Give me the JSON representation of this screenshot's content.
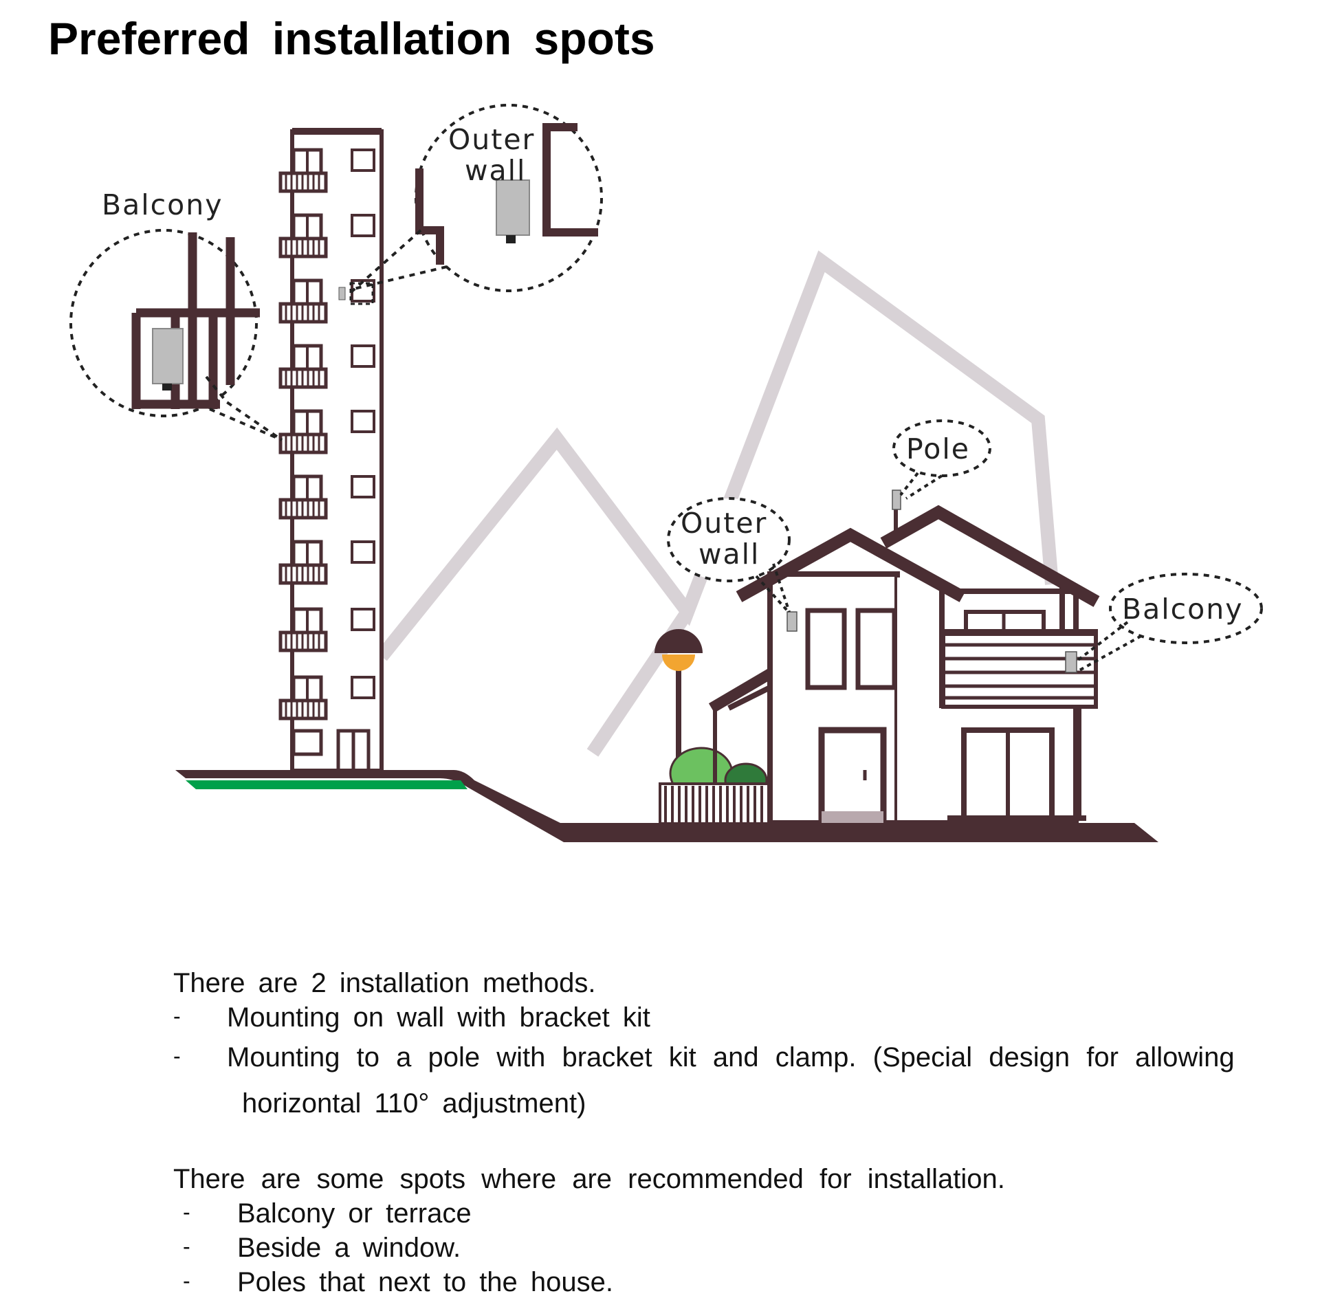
{
  "title": "Preferred installation spots",
  "diagram": {
    "labels": {
      "balcony_left": "Balcony",
      "outer_wall_top_line1": "Outer",
      "outer_wall_top_line2": "wall",
      "pole": "Pole",
      "outer_wall_house_line1": "Outer",
      "outer_wall_house_line2": "wall",
      "balcony_right": "Balcony"
    },
    "colors": {
      "building": "#4a2e33",
      "mountain": "#d8d2d6",
      "grass": "#00a04a",
      "bush": "#6cc160",
      "bush_dark": "#2f7a3a",
      "lamp": "#f2a531",
      "device": "#bdbdbd"
    }
  },
  "methods": {
    "intro": "There are 2 installation methods.",
    "items": [
      {
        "dash": "-",
        "text": "Mounting on wall with bracket kit"
      },
      {
        "dash": "-",
        "text": "Mounting to a pole with bracket kit and clamp. (Special design for allowing",
        "continuation": "horizontal 110° adjustment)"
      }
    ]
  },
  "spots": {
    "intro": "There are some spots where are recommended for installation.",
    "items": [
      {
        "dash": "-",
        "text": "Balcony or terrace"
      },
      {
        "dash": "-",
        "text": "Beside a window."
      },
      {
        "dash": "-",
        "text": "Poles that next to the house."
      }
    ]
  }
}
